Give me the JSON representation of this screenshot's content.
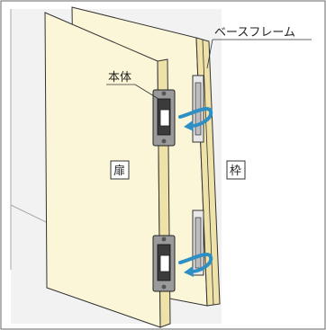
{
  "labels": {
    "base_frame": "ベースフレーム",
    "body": "本体",
    "door": "扉",
    "frame": "枠"
  },
  "colors": {
    "background": "#ffffff",
    "wall": "#f2f2f2",
    "panel": "#fbf6d7",
    "panel_edge": "#eee2a8",
    "outline": "#333333",
    "hinge_metal": "#9a9a9a",
    "hinge_dark": "#3b3b3b",
    "arrow": "#2e8fc4"
  },
  "icons": [
    "rotate-arrow-icon",
    "hinge-icon",
    "frame-bracket-icon"
  ]
}
